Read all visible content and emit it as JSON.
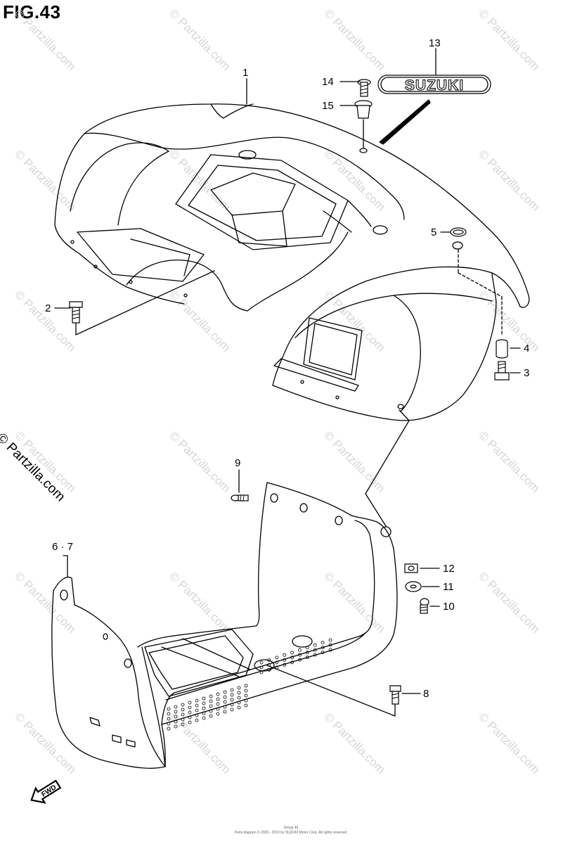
{
  "figure": {
    "title": "FIG.43",
    "side_watermark": "© Partzilla.com",
    "footer_line1": "Group 46",
    "footer_line2": "Parts diagram © 2003 - 2019 by SUZUKI Motor Corp. All rights reserved."
  },
  "emblem_text": "SUZUKI",
  "fwd_label": "FWD",
  "watermark_text": "© Partzilla.com",
  "callouts": {
    "c1": "1",
    "c2": "2",
    "c3": "3",
    "c4": "4",
    "c5": "5",
    "c67": "6 · 7",
    "c8": "8",
    "c9": "9",
    "c10": "10",
    "c11": "11",
    "c12": "12",
    "c13": "13",
    "c14": "14",
    "c15": "15"
  }
}
